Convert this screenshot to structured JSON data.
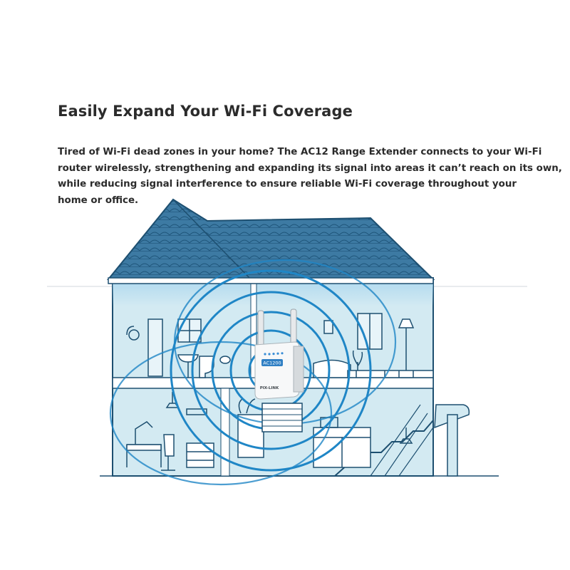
{
  "headline": "Easily Expand Your Wi-Fi Coverage",
  "intro_lines": [
    "Tired of Wi-Fi dead zones in your home? The AC12 Range Extender connects to your Wi-Fi",
    "router wirelessly, strengthening and expanding its signal into areas it can’t reach on its own,",
    "while reducing signal interference to ensure reliable Wi-Fi coverage throughout your",
    "home or office."
  ],
  "device": {
    "badge_text": "AC1200",
    "brand_text": "PIX-LINK"
  },
  "colors": {
    "roof": "#3d7aa3",
    "wall_fill": "#d3eaf2",
    "line": "#1d4f70",
    "signal": "#1f86c6",
    "text": "#2b2b2b"
  }
}
